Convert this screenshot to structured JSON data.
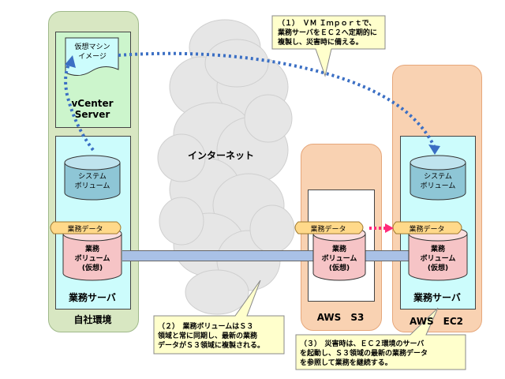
{
  "labels": {
    "vm_image": "仮想マシン\nイメージ",
    "vcenter": "vCenter\nServer",
    "system_volume_left": "システム\nボリューム",
    "system_volume_right": "システム\nボリューム",
    "business_data": "業務データ",
    "business_volume_virtual": "業務\nボリューム\n(仮想)",
    "business_server": "業務サーバ",
    "onprem": "自社環境",
    "internet": "インターネット",
    "aws_s3": "AWS　S3",
    "aws_ec2": "AWS　EC2"
  },
  "callouts": {
    "c1": "（１）　ＶＭ Ｉｍｐｏｒｔで、\n業務サーバをＥＣ２へ定期的に\n複製し、災害時に備える。",
    "c2": "（２）　業務ボリュームはＳ３\n領域と常に同期し、最新の業務\nデータがＳ３領域に複製される。",
    "c3": "（３）　災害時は、ＥＣ２環境のサーバ\nを起動し、Ｓ３領域の最新の業務データ\nを参照して業務を継続する。"
  },
  "colors": {
    "cloud": "#e3e3e3",
    "arrow_blue": "#3b6fc4",
    "arrow_pink": "#ff2a7a",
    "callout": "#ffffcc",
    "data_tab": "#ffd98a",
    "volume_pink": "#f8c8c8",
    "volume_teal": "#9ccfe0",
    "pipe": "#a9c1e6"
  }
}
